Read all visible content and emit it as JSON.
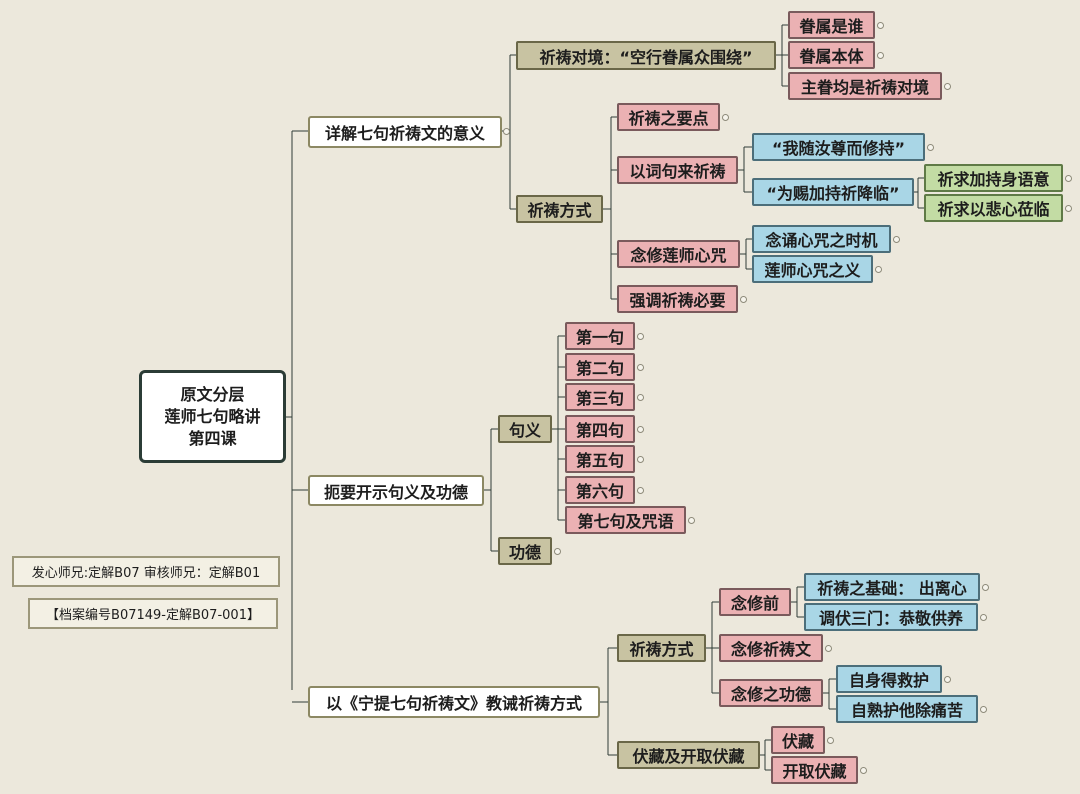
{
  "central": {
    "line1": "原文分层",
    "line2": "莲师七句略讲",
    "line3": "第四课"
  },
  "notes": {
    "contributors": "发心师兄:定解B07 审核师兄：定解B01",
    "archive": "【档案编号B07149-定解B07-001】"
  },
  "branch1": {
    "title": "详解七句祈祷文的意义",
    "objects": {
      "title": "祈祷对境：“空行眷属众围绕”",
      "items": [
        "眷属是谁",
        "眷属本体",
        "主眷均是祈祷对境"
      ]
    },
    "method": {
      "title": "祈祷方式",
      "key_points": "祈祷之要点",
      "verses": {
        "title": "以词句来祈祷",
        "quote1": "“我随汝尊而修持”",
        "quote2": "“为赐加持祈降临”",
        "sub": [
          "祈求加持身语意",
          "祈求以悲心莅临"
        ]
      },
      "mantra": {
        "title": "念修莲师心咒",
        "items": [
          "念诵心咒之时机",
          "莲师心咒之义"
        ]
      },
      "emphasis": "强调祈祷必要"
    }
  },
  "branch2": {
    "title": "扼要开示句义及功德",
    "meaning": {
      "title": "句义",
      "items": [
        "第一句",
        "第二句",
        "第三句",
        "第四句",
        "第五句",
        "第六句",
        "第七句及咒语"
      ]
    },
    "merit": "功德"
  },
  "branch3": {
    "title": "以《宁提七句祈祷文》教诫祈祷方式",
    "method": {
      "title": "祈祷方式",
      "before": {
        "title": "念修前",
        "items": [
          "祈祷之基础： 出离心",
          "调伏三门：恭敬供养"
        ]
      },
      "practice": "念修祈祷文",
      "merit": {
        "title": "念修之功德",
        "items": [
          "自身得救护",
          "自熟护他除痛苦"
        ]
      }
    },
    "terma": {
      "title": "伏藏及开取伏藏",
      "items": [
        "伏藏",
        "开取伏藏"
      ]
    }
  }
}
